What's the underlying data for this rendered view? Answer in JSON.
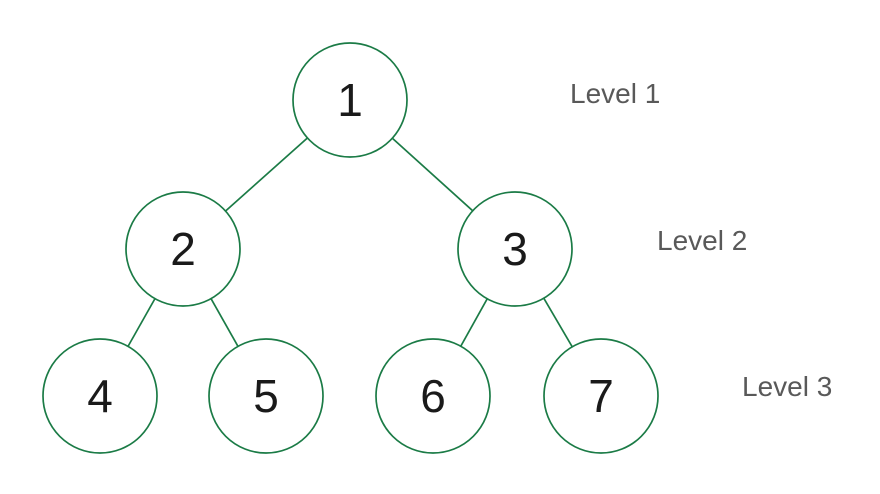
{
  "diagram": {
    "type": "binary-tree",
    "colors": {
      "node_stroke": "#1b7b46",
      "edge": "#1b7b46",
      "node_text": "#1a1a1a",
      "level_label_text": "#595959",
      "background": "#ffffff"
    },
    "nodes": [
      {
        "value": "1",
        "level": 1
      },
      {
        "value": "2",
        "level": 2
      },
      {
        "value": "3",
        "level": 2
      },
      {
        "value": "4",
        "level": 3
      },
      {
        "value": "5",
        "level": 3
      },
      {
        "value": "6",
        "level": 3
      },
      {
        "value": "7",
        "level": 3
      }
    ],
    "edges": [
      {
        "from": "1",
        "to": "2"
      },
      {
        "from": "1",
        "to": "3"
      },
      {
        "from": "2",
        "to": "4"
      },
      {
        "from": "2",
        "to": "5"
      },
      {
        "from": "3",
        "to": "6"
      },
      {
        "from": "3",
        "to": "7"
      }
    ],
    "levels": [
      {
        "label": "Level 1"
      },
      {
        "label": "Level 2"
      },
      {
        "label": "Level 3"
      }
    ]
  }
}
